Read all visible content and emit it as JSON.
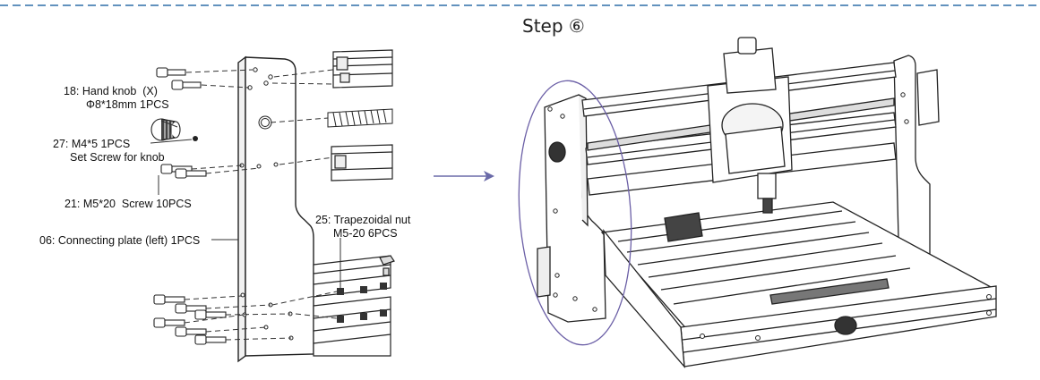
{
  "step": {
    "title": "Step ⑥"
  },
  "callouts": {
    "hand_knob_name": "18: Hand knob  (X)",
    "hand_knob_size": "Φ8*18mm 1PCS",
    "set_screw_name": "27: M4*5 1PCS",
    "set_screw_desc": "Set Screw for knob",
    "screw_m5": "21: M5*20  Screw 10PCS",
    "connecting_plate": "06: Connecting plate (left) 1PCS",
    "trapezoidal_nut_name": "25: Trapezoidal nut",
    "trapezoidal_nut_qty": "M5-20 6PCS"
  },
  "colors": {
    "frame_border": "#2f6fa8",
    "arrow": "#6a6aa8",
    "ellipse": "#6b5fa6",
    "line_art": "#222222",
    "leader": "#333333"
  }
}
